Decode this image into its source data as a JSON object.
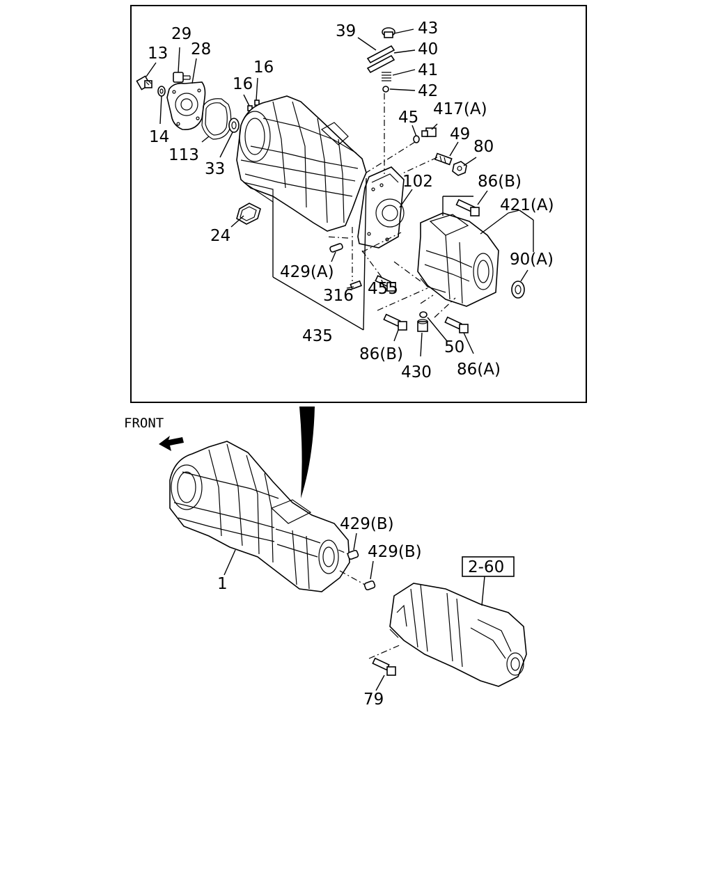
{
  "labels": {
    "p13": "13",
    "p29": "29",
    "p28": "28",
    "p16a": "16",
    "p16b": "16",
    "p14": "14",
    "p113": "113",
    "p33": "33",
    "p24": "24",
    "p39": "39",
    "p43": "43",
    "p40": "40",
    "p41": "41",
    "p42": "42",
    "p45": "45",
    "p417A": "417(A)",
    "p49": "49",
    "p80": "80",
    "p102": "102",
    "p86B_top": "86(B)",
    "p421A": "421(A)",
    "p90A": "90(A)",
    "p429A": "429(A)",
    "p316": "316",
    "p455": "455",
    "p435": "435",
    "p86B_bot": "86(B)",
    "p50": "50",
    "p430": "430",
    "p86A": "86(A)",
    "front": "FRONT",
    "p429B_1": "429(B)",
    "p429B_2": "429(B)",
    "p1": "1",
    "ref": "2-60",
    "p79": "79"
  },
  "icons": {
    "front_arrow": "arrow-left-icon"
  }
}
